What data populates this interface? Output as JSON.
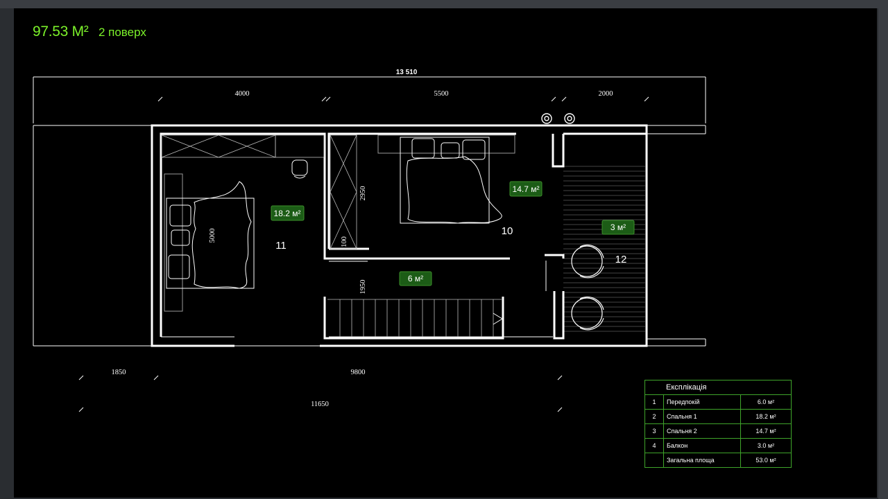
{
  "header": {
    "area": "97.53 М²",
    "floor": "2 поверх"
  },
  "dimensions": {
    "total_top": "13 510",
    "top": [
      "4000",
      "5500",
      "2000"
    ],
    "bottom": [
      "1850",
      "9800"
    ],
    "bottom_total": "11650",
    "vertical": [
      "5000",
      "2950",
      "100",
      "1950"
    ]
  },
  "rooms": {
    "room_11": "11",
    "room_10": "10",
    "room_12": "12",
    "badge_11": "18.2 м²",
    "badge_10": "14.7 м²",
    "badge_12": "3 м²",
    "badge_hall": "6 м²"
  },
  "legend": {
    "title": "Експлікація",
    "rows": [
      {
        "num": "1",
        "name": "Передпокій",
        "area": "6.0 м²"
      },
      {
        "num": "2",
        "name": "Спальня 1",
        "area": "18.2 м²"
      },
      {
        "num": "3",
        "name": "Спальня 2",
        "area": "14.7 м²"
      },
      {
        "num": "4",
        "name": "Балкон",
        "area": "3.0 м²"
      },
      {
        "num": "",
        "name": "Загальна площа",
        "area": "53.0 м²"
      }
    ]
  },
  "colors": {
    "accent": "#7cf22a",
    "badge": "#1c5c16",
    "table_border": "#3fa52a",
    "line": "#ffffff"
  }
}
